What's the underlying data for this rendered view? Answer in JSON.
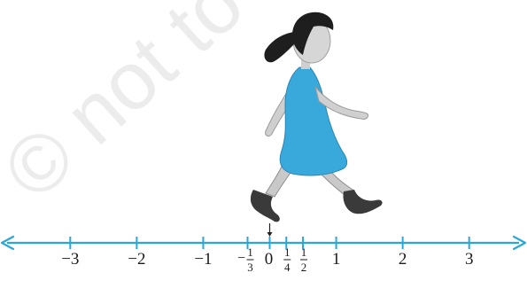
{
  "watermark": {
    "text": "© not to be",
    "color": "#e6e6e6"
  },
  "colors": {
    "axis": "#2aa7d9",
    "text": "#1a1a1a",
    "dress": "#39a9dc",
    "hair": "#1e1e1e",
    "skin": "#d6d6d6",
    "shoe": "#333333"
  },
  "number_line": {
    "range": [
      -3.95,
      3.75
    ],
    "integer_ticks": [
      {
        "value": -3,
        "label": "−3"
      },
      {
        "value": -2,
        "label": "−2"
      },
      {
        "value": -1,
        "label": "−1"
      },
      {
        "value": 1,
        "label": "1"
      },
      {
        "value": 2,
        "label": "2"
      },
      {
        "value": 3,
        "label": "3"
      }
    ],
    "fraction_ticks": [
      {
        "value": -0.3333,
        "sign": "−",
        "num": "1",
        "den": "3"
      },
      {
        "value": 0.25,
        "sign": "",
        "num": "1",
        "den": "4"
      },
      {
        "value": 0.5,
        "sign": "",
        "num": "1",
        "den": "2"
      }
    ],
    "zero": {
      "value": 0,
      "label": "0"
    },
    "marker_value": 0
  },
  "figure": {
    "icon": "walking-girl-illustration"
  }
}
